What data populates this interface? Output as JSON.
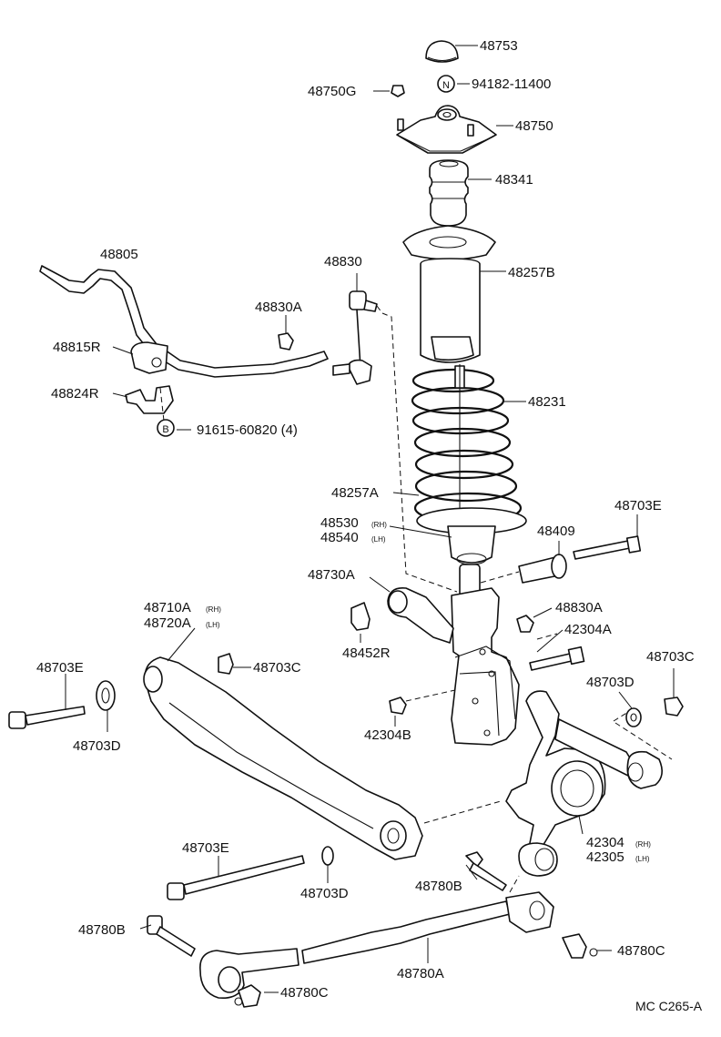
{
  "labels": {
    "l48753": "48753",
    "l48750G": "48750G",
    "l9418211400": "94182-11400",
    "l48750": "48750",
    "l48341": "48341",
    "l48805": "48805",
    "l48830": "48830",
    "l48257B": "48257B",
    "l48830A_top": "48830A",
    "l48815R": "48815R",
    "l48824R": "48824R",
    "l48231": "48231",
    "l9161560820": "91615-60820 (4)",
    "l48257A": "48257A",
    "l48530": "48530",
    "l48540": "48540",
    "l48703E_right": "48703E",
    "l48409": "48409",
    "l48730A": "48730A",
    "l48830A_mid": "48830A",
    "l48710A": "48710A",
    "l48720A": "48720A",
    "l42304A": "42304A",
    "l48452R": "48452R",
    "l48703C_right": "48703C",
    "l48703E_left": "48703E",
    "l48703C_mid": "48703C",
    "l48703D_right": "48703D",
    "l42304B": "42304B",
    "l48703D_left": "48703D",
    "l42304": "42304",
    "l42305": "42305",
    "l48703E_low": "48703E",
    "l48780B_mid": "48780B",
    "l48703D_low": "48703D",
    "l48780B_left": "48780B",
    "l48780C_right": "48780C",
    "l48780A": "48780A",
    "l48780C_bottom": "48780C",
    "ref": "MC C265-A"
  },
  "subs": {
    "rh": "(RH)",
    "lh": "(LH)"
  },
  "markers": {
    "n": "N",
    "b": "B"
  }
}
